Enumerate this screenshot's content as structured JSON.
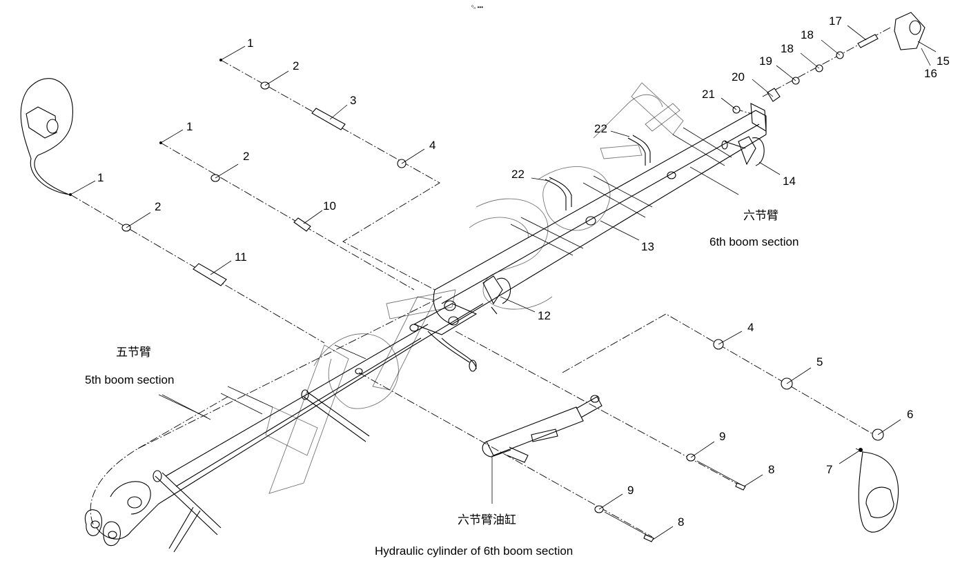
{
  "top_mark": "⁰ₙ •••",
  "labels": {
    "fifth_boom_cn": "五节臂",
    "fifth_boom_en": "5th boom section",
    "sixth_boom_cn": "六节臂",
    "sixth_boom_en": "6th boom section",
    "cylinder_cn": "六节臂油缸",
    "cylinder_en": "Hydraulic cylinder of 6th boom section"
  },
  "callouts": [
    {
      "id": "c1a",
      "text": "1"
    },
    {
      "id": "c2a",
      "text": "2"
    },
    {
      "id": "c3",
      "text": "3"
    },
    {
      "id": "c4a",
      "text": "4"
    },
    {
      "id": "c1b",
      "text": "1"
    },
    {
      "id": "c2b",
      "text": "2"
    },
    {
      "id": "c10",
      "text": "10"
    },
    {
      "id": "c1c",
      "text": "1"
    },
    {
      "id": "c2c",
      "text": "2"
    },
    {
      "id": "c11",
      "text": "11"
    },
    {
      "id": "c22a",
      "text": "22"
    },
    {
      "id": "c22b",
      "text": "22"
    },
    {
      "id": "c21",
      "text": "21"
    },
    {
      "id": "c20",
      "text": "20"
    },
    {
      "id": "c19",
      "text": "19"
    },
    {
      "id": "c18a",
      "text": "18"
    },
    {
      "id": "c18b",
      "text": "18"
    },
    {
      "id": "c17",
      "text": "17"
    },
    {
      "id": "c15",
      "text": "15"
    },
    {
      "id": "c16",
      "text": "16"
    },
    {
      "id": "c14",
      "text": "14"
    },
    {
      "id": "c13",
      "text": "13"
    },
    {
      "id": "c12",
      "text": "12"
    },
    {
      "id": "c4b",
      "text": "4"
    },
    {
      "id": "c5",
      "text": "5"
    },
    {
      "id": "c6",
      "text": "6"
    },
    {
      "id": "c7",
      "text": "7"
    },
    {
      "id": "c9a",
      "text": "9"
    },
    {
      "id": "c8a",
      "text": "8"
    },
    {
      "id": "c9b",
      "text": "9"
    },
    {
      "id": "c8b",
      "text": "8"
    }
  ]
}
